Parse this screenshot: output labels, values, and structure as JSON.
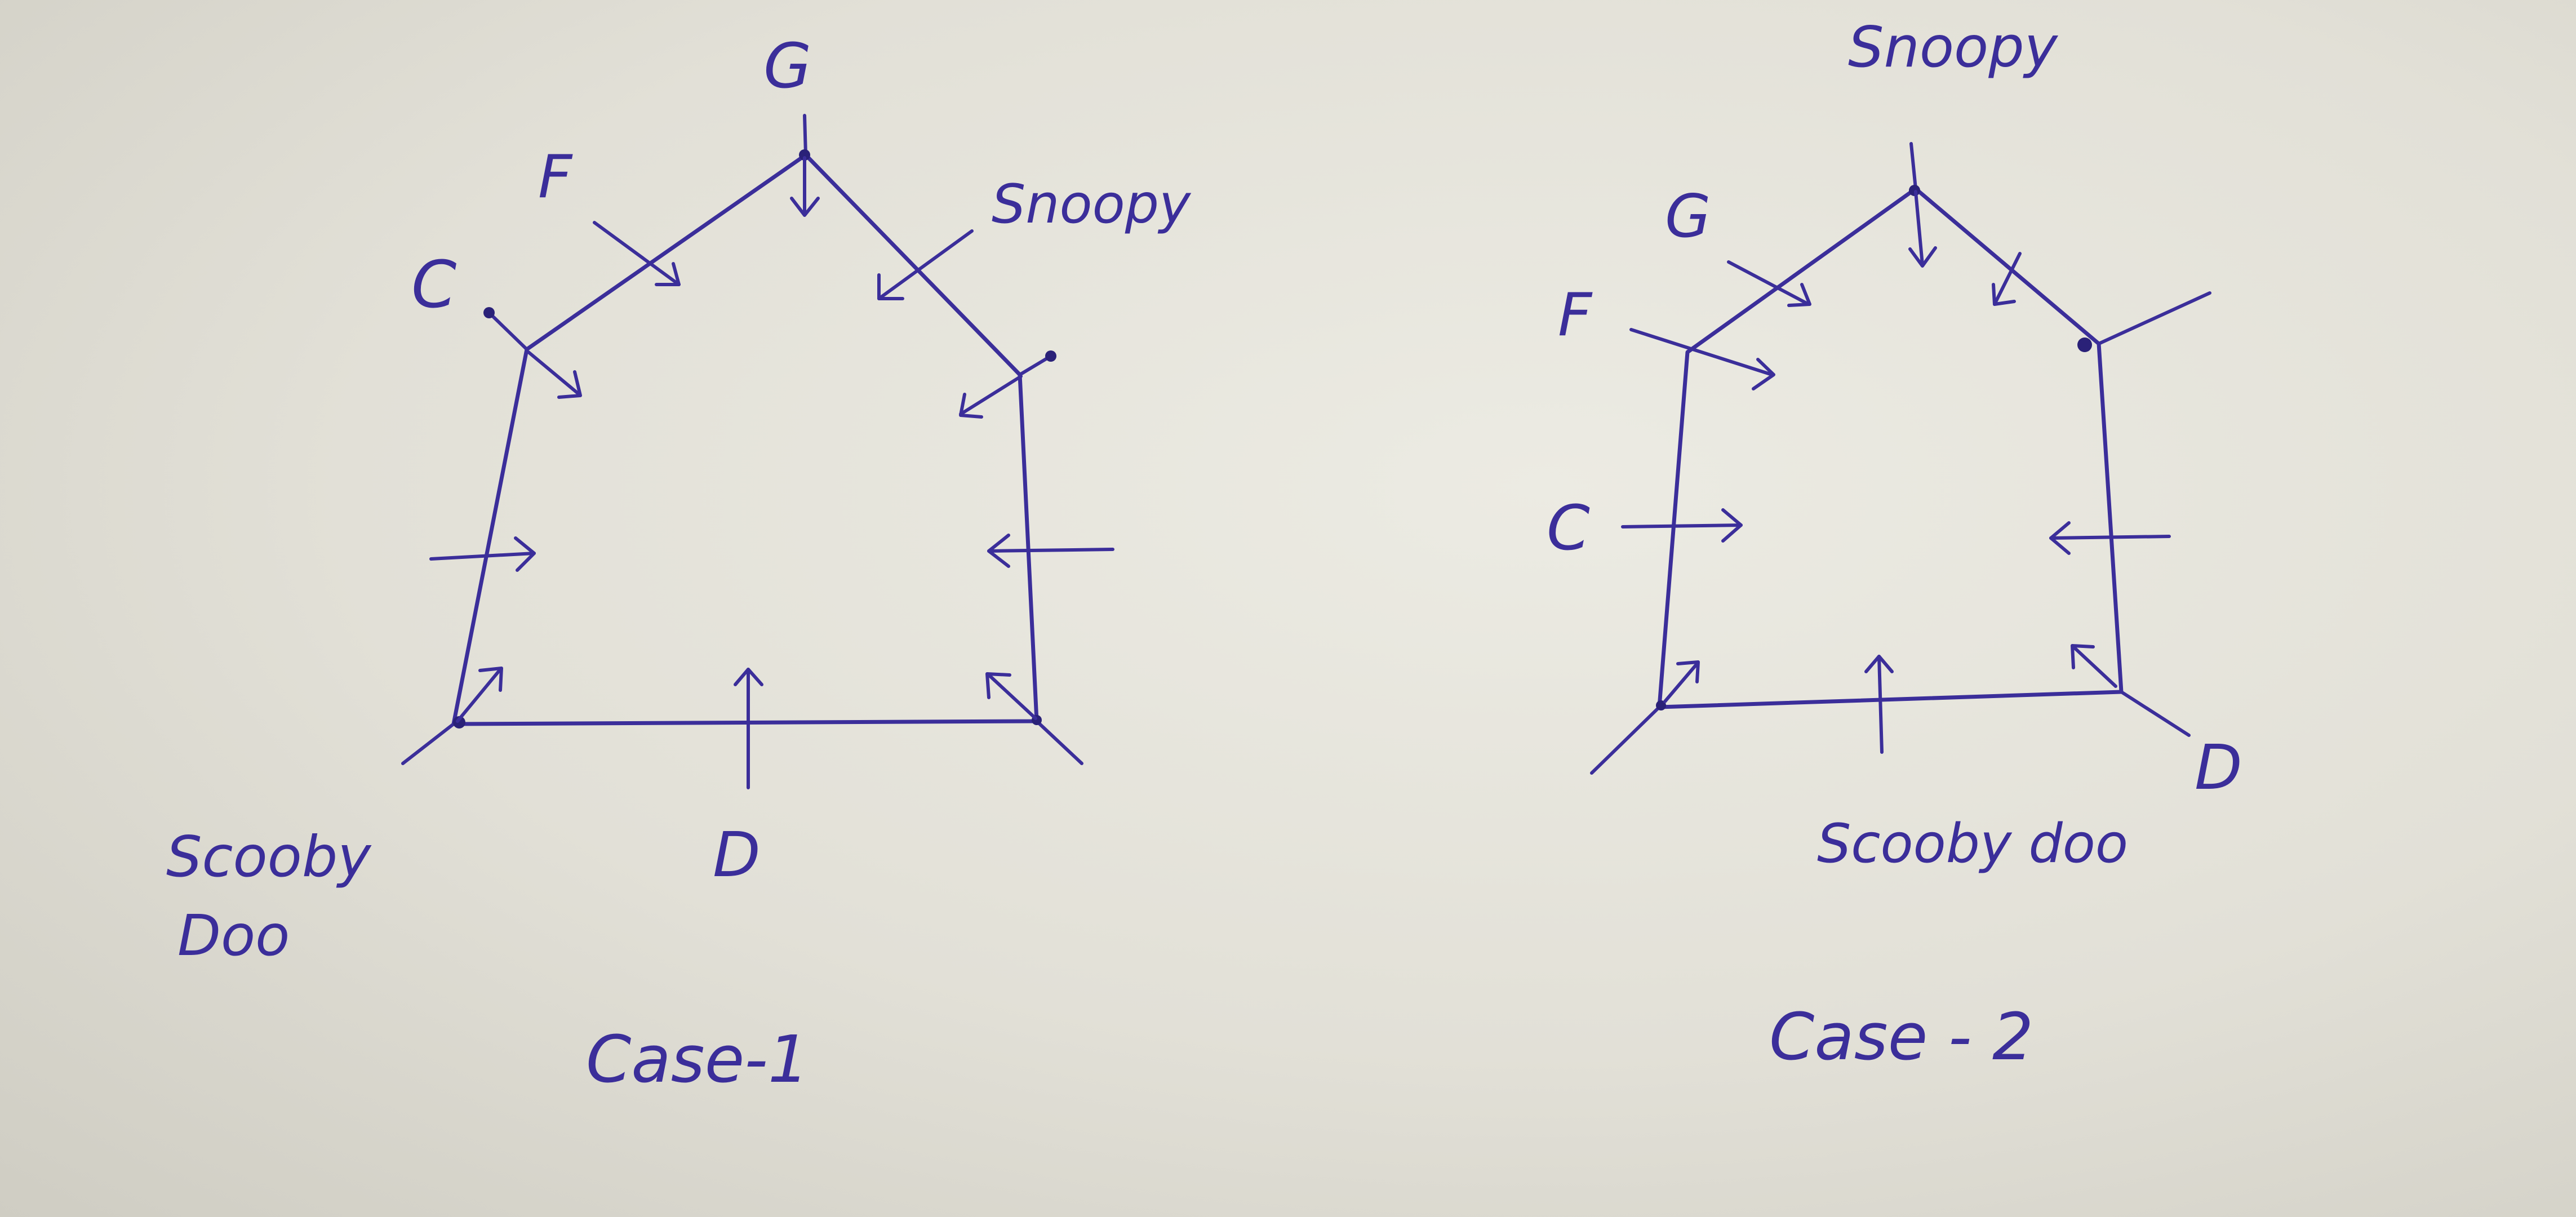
{
  "case1": {
    "caption": "Case-1",
    "labels": {
      "g": "G",
      "f": "F",
      "c": "C",
      "snoopy": "Snoopy",
      "scooby_line1": "Scooby",
      "scooby_line2": "Doo",
      "d": "D"
    }
  },
  "case2": {
    "caption": "Case - 2",
    "labels": {
      "snoopy": "Snoopy",
      "g": "G",
      "f": "F",
      "c": "C",
      "d": "D",
      "scooby": "Scooby doo"
    }
  },
  "colors": {
    "ink": "#3b2e9a",
    "paper": "#e6e4dc"
  }
}
